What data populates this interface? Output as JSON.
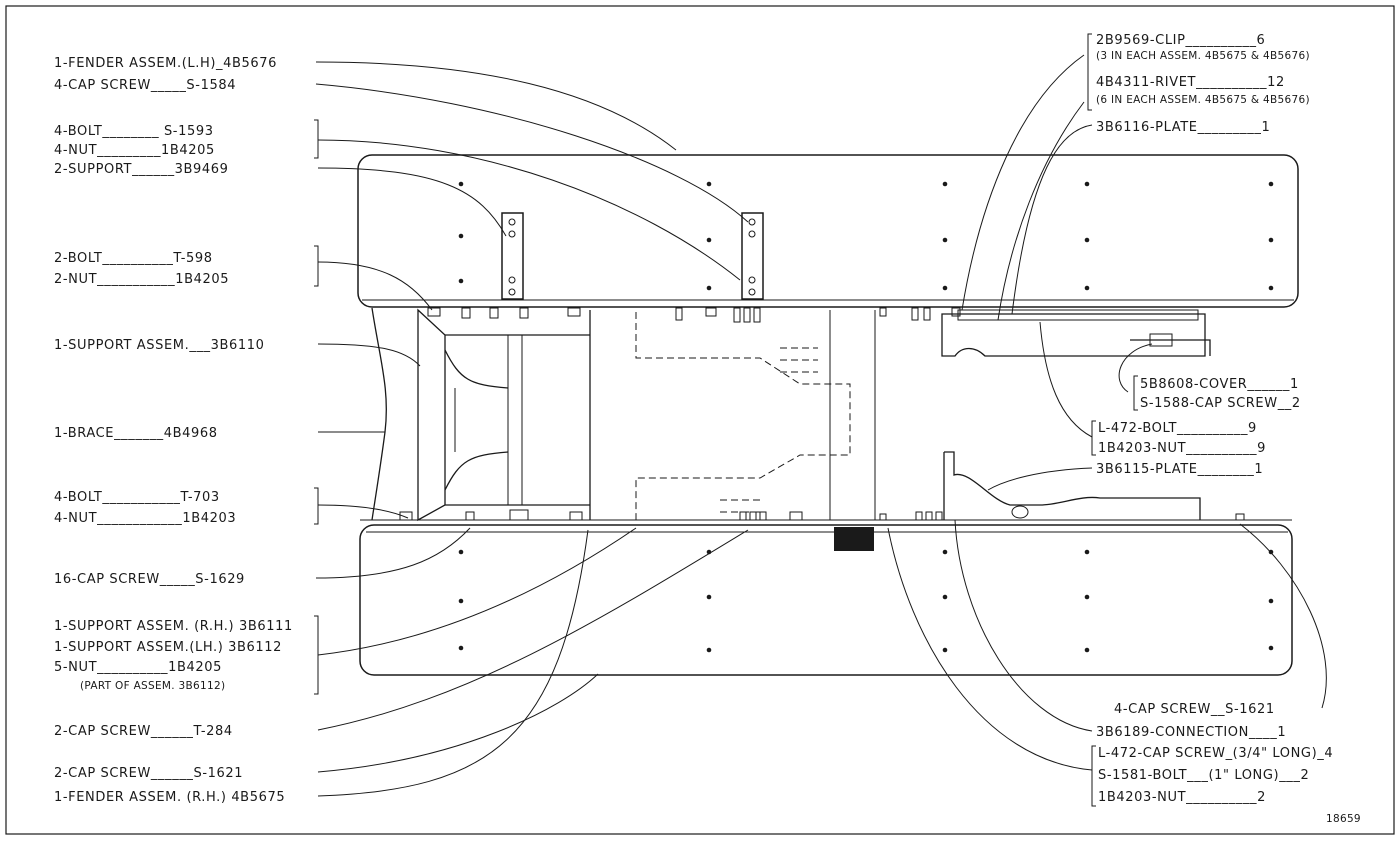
{
  "drawing_number": "18659",
  "left_callouts": {
    "fender_lh": "1-FENDER ASSEM.(L.H)_4B5676",
    "cap_screw_1584": "4-CAP SCREW_____S-1584",
    "bolt_1593": "4-BOLT________ S-1593",
    "nut_4205_a": "4-NUT_________1B4205",
    "support_9469": "2-SUPPORT______3B9469",
    "bolt_598": "2-BOLT__________T-598",
    "nut_4205_b": "2-NUT___________1B4205",
    "support_assem_6110": "1-SUPPORT ASSEM.___3B6110",
    "brace": "1-BRACE_______4B4968",
    "bolt_703": "4-BOLT___________T-703",
    "nut_4203": "4-NUT____________1B4203",
    "cap_screw_1629": "16-CAP SCREW_____S-1629",
    "support_rh": "1-SUPPORT ASSEM. (R.H.) 3B6111",
    "support_lh": "1-SUPPORT ASSEM.(LH.) 3B6112",
    "nut_4205_c": "5-NUT__________1B4205",
    "part_of": "(PART OF ASSEM. 3B6112)",
    "cap_screw_284": "2-CAP SCREW______T-284",
    "cap_screw_1621": "2-CAP SCREW______S-1621",
    "fender_rh": "1-FENDER ASSEM. (R.H.) 4B5675"
  },
  "right_callouts": {
    "clip": "2B9569-CLIP__________6",
    "clip_note": "(3 IN EACH ASSEM. 4B5675 & 4B5676)",
    "rivet": "4B4311-RIVET__________12",
    "rivet_note": "(6 IN EACH ASSEM. 4B5675 & 4B5676)",
    "plate_6116": "3B6116-PLATE_________1",
    "cover": "5B8608-COVER______1",
    "cap_screw_1588": "S-1588-CAP SCREW__2",
    "bolt_472": "L-472-BOLT__________9",
    "nut_4203_r": "1B4203-NUT__________9",
    "plate_6115": "3B6115-PLATE________1",
    "cap_screw_1621_r": "4-CAP SCREW__S-1621",
    "connection": "3B6189-CONNECTION____1",
    "cap_screw_472": "L-472-CAP SCREW_(3/4\" LONG)_4",
    "bolt_1581": "S-1581-BOLT___(1\" LONG)___2",
    "nut_4203_b": "1B4203-NUT__________2"
  }
}
